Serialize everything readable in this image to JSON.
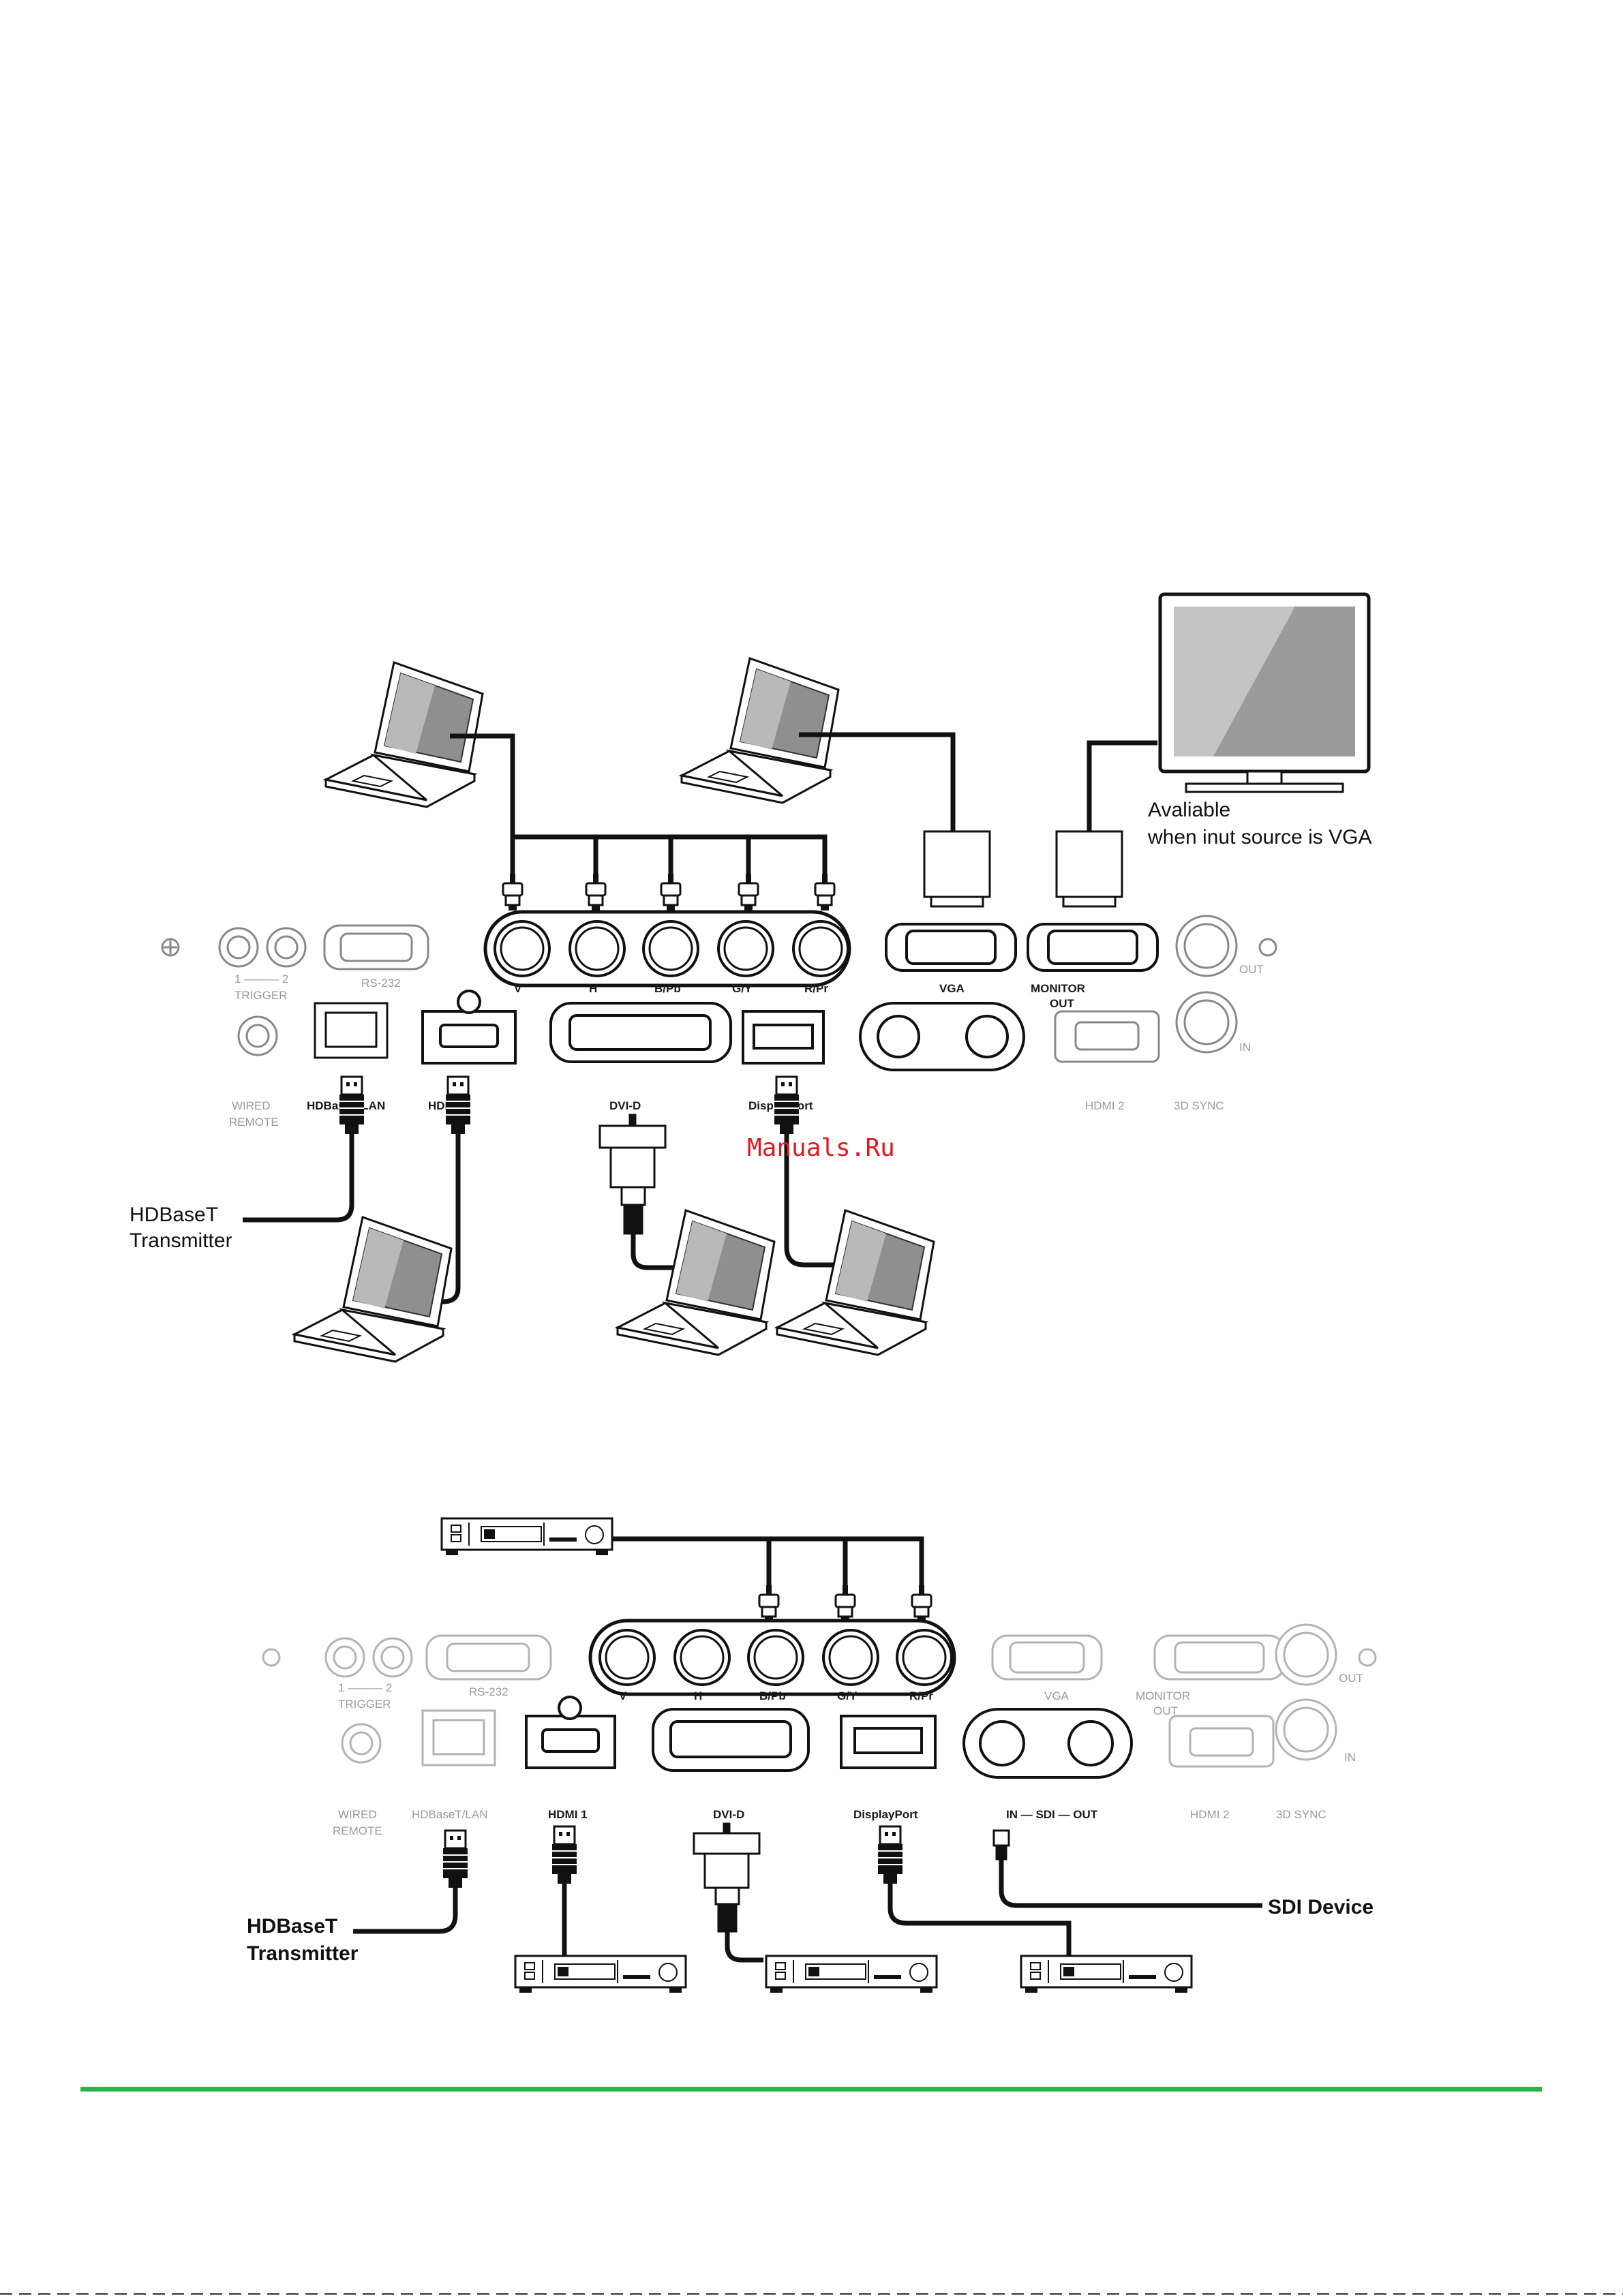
{
  "accent_colors": {
    "footer_rule": "#2bb34a",
    "watermark": "#e0191e",
    "cable": "#111111",
    "inactive_port": "#b3b3b3"
  },
  "watermark": "Manuals.Ru",
  "diagram1": {
    "port_labels": {
      "trigger_numbers": "1 ——— 2",
      "trigger": "TRIGGER",
      "rs232": "RS-232",
      "v": "V",
      "h": "H",
      "bpb": "B/Pb",
      "gy": "G/Y",
      "rpr": "R/Pr",
      "vga": "VGA",
      "monitor_out": "MONITOR",
      "monitor_out2": "OUT",
      "out": "OUT",
      "in": "IN",
      "wired_remote": "WIRED",
      "wired_remote2": "REMOTE",
      "hdbaset_lan": "HDBaseT/LAN",
      "hdmi1": "HDMI 1",
      "dvid": "DVI-D",
      "displayport": "DisplayPort",
      "hdmi2": "HDMI 2",
      "sync3d": "3D SYNC"
    },
    "note_line1": "Avaliable",
    "note_line2": "when inut source is VGA",
    "hdbaset_transmitter_1": "HDBaseT",
    "hdbaset_transmitter_2": "Transmitter"
  },
  "diagram2": {
    "port_labels": {
      "trigger_numbers": "1 ——— 2",
      "trigger": "TRIGGER",
      "rs232": "RS-232",
      "v": "V",
      "h": "H",
      "bpb": "B/Pb",
      "gy": "G/Y",
      "rpr": "R/Pr",
      "vga": "VGA",
      "monitor_out": "MONITOR",
      "monitor_out2": "OUT",
      "out": "OUT",
      "in": "IN",
      "wired_remote": "WIRED",
      "wired_remote2": "REMOTE",
      "hdbaset_lan": "HDBaseT/LAN",
      "hdmi1": "HDMI 1",
      "dvid": "DVI-D",
      "displayport": "DisplayPort",
      "sdi": "IN — SDI — OUT",
      "hdmi2": "HDMI 2",
      "sync3d": "3D SYNC"
    },
    "hdbaset_transmitter_1": "HDBaseT",
    "hdbaset_transmitter_2": "Transmitter",
    "sdi_device": "SDI Device"
  }
}
